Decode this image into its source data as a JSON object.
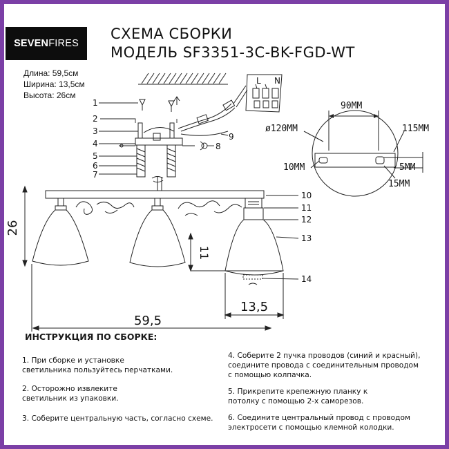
{
  "brand": {
    "part1": "SEVEN",
    "part2": "FIRES"
  },
  "title": {
    "line1": "СХЕМА СБОРКИ",
    "line2": "МОДЕЛЬ SF3351-3C-BK-FGD-WT"
  },
  "dimensions": {
    "length": "Длина: 59,5см",
    "width": "Ширина: 13,5см",
    "height": "Высота: 26см"
  },
  "part_numbers": [
    "1",
    "2",
    "3",
    "4",
    "5",
    "6",
    "7",
    "8",
    "9",
    "10",
    "11",
    "12",
    "13",
    "14"
  ],
  "terminal_labels": {
    "l": "L",
    "n": "N"
  },
  "mount_plate": {
    "width": "90MM",
    "diameter": "ø120MM",
    "span": "115MM",
    "hole_left": "10MM",
    "hole_right": "5MM",
    "slot": "15MM"
  },
  "drawing_dims": {
    "height": "26",
    "shade": "11",
    "shade_width": "13,5",
    "total_length": "59,5"
  },
  "instructions": {
    "heading": "ИНСТРУКЦИЯ ПО СБОРКЕ:",
    "steps": [
      {
        "line1": "1. При сборке и установке",
        "line2": "светильника пользуйтесь перчатками.",
        "line3": ""
      },
      {
        "line1": "2. Осторожно извлеките",
        "line2": "светильник из упаковки.",
        "line3": ""
      },
      {
        "line1": "3. Соберите центральную часть, согласно схеме.",
        "line2": "",
        "line3": ""
      },
      {
        "line1": "4. Соберите 2 пучка проводов (синий и красный),",
        "line2": "соедините провода с соединительным проводом",
        "line3": "с помощью колпачка."
      },
      {
        "line1": "5. Прикрепите крепежную планку к",
        "line2": "потолку с помощью 2-х саморезов.",
        "line3": ""
      },
      {
        "line1": "6. Соедините центральный провод с проводом",
        "line2": "электросети с помощью клемной колодки.",
        "line3": ""
      }
    ]
  }
}
